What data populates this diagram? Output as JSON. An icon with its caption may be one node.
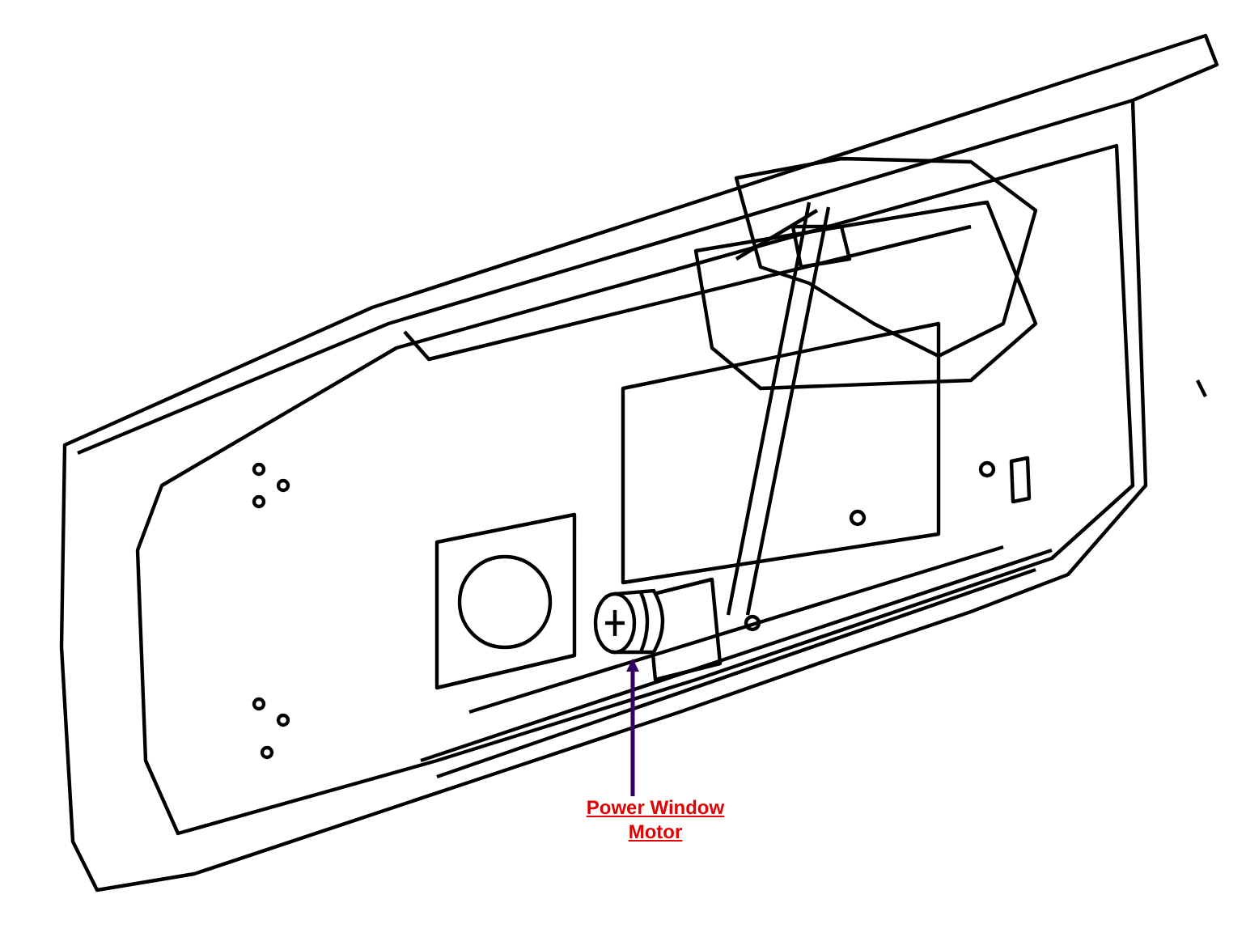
{
  "diagram": {
    "nodes": [
      {
        "text": [
          "Power Window Motor"
        ]
      },
      {
        "text": [],
        "shape": "cylinder"
      }
    ],
    "edges": [
      {
        "from": 0,
        "to": 1,
        "arrow": "to"
      }
    ]
  }
}
